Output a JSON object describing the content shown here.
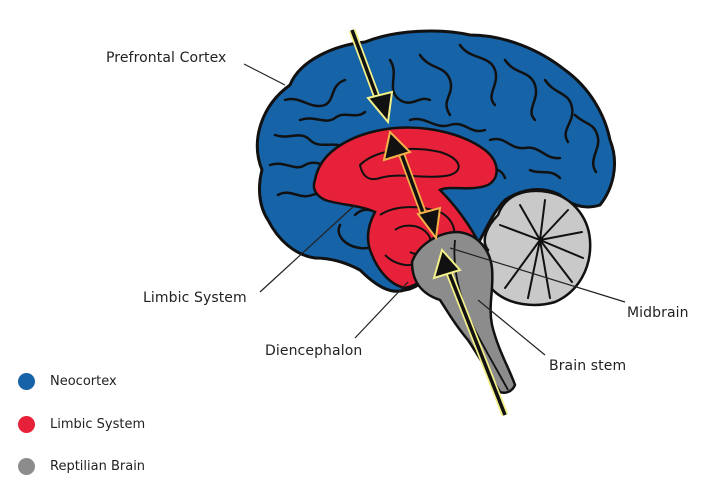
{
  "diagram": {
    "title": "Triune brain diagram",
    "labels": {
      "prefrontal_cortex": "Prefrontal Cortex",
      "limbic_system": "Limbic System",
      "diencephalon": "Diencephalon",
      "midbrain": "Midbrain",
      "brain_stem": "Brain stem"
    },
    "colors": {
      "neocortex": "#1763a8",
      "limbic": "#e8213a",
      "reptilian": "#8c8c8c",
      "cerebellum": "#c9c9c9",
      "arrow_outline_yellow": "#f3f08a",
      "arrow_outline_orange": "#f2b24a",
      "outline": "#111111"
    }
  },
  "legend": {
    "items": [
      {
        "label": "Neocortex",
        "color": "#1763a8"
      },
      {
        "label": "Limbic System",
        "color": "#e8213a"
      },
      {
        "label": "Reptilian Brain",
        "color": "#8c8c8c"
      }
    ]
  }
}
